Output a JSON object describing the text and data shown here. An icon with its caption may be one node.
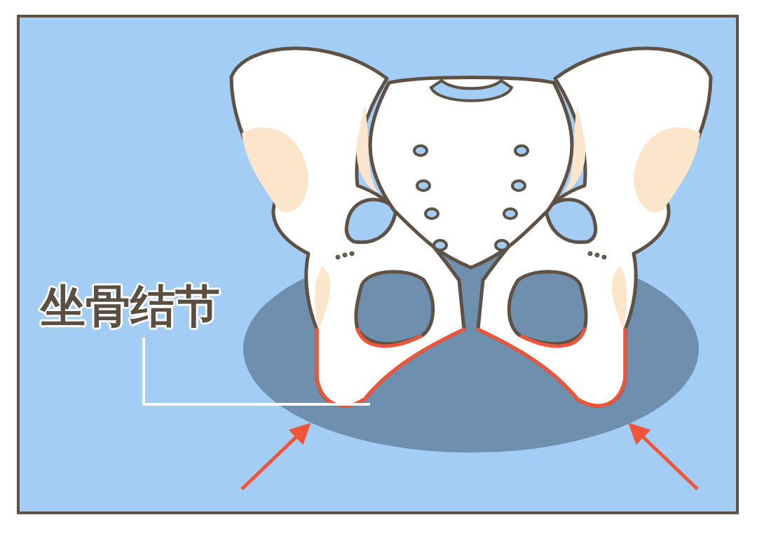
{
  "diagram": {
    "nodes": [
      {
        "text": [
          "坐骨结节"
        ]
      },
      {
        "text": [],
        "shape": "picture"
      }
    ],
    "edges": [
      {
        "from": 0,
        "to": 1,
        "arrow": "none"
      }
    ]
  }
}
